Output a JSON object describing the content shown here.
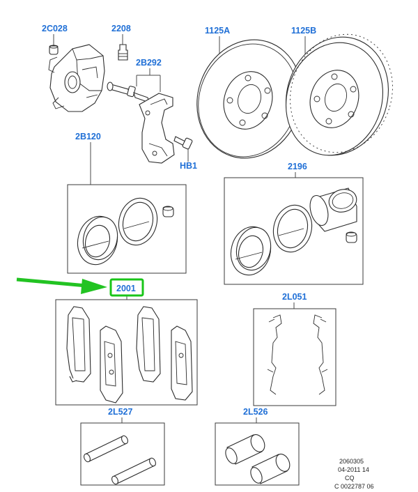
{
  "diagram": {
    "labels": {
      "p2c028": "2C028",
      "p2208": "2208",
      "p2b292": "2B292",
      "p1125a": "1125A",
      "p1125b": "1125B",
      "p2b120": "2B120",
      "phb1": "HB1",
      "p2196": "2196",
      "p2001": "2001",
      "p2l051": "2L051",
      "p2l527": "2L527",
      "p2l526": "2L526"
    },
    "reference": {
      "line1": "2060305",
      "line2": "04-2011 14",
      "line3": "CQ",
      "line4": "C 0022787 06"
    },
    "colors": {
      "label": "#1f6fd6",
      "highlight": "#19c519",
      "arrow": "#22c322",
      "line": "#2b2b2b"
    }
  }
}
